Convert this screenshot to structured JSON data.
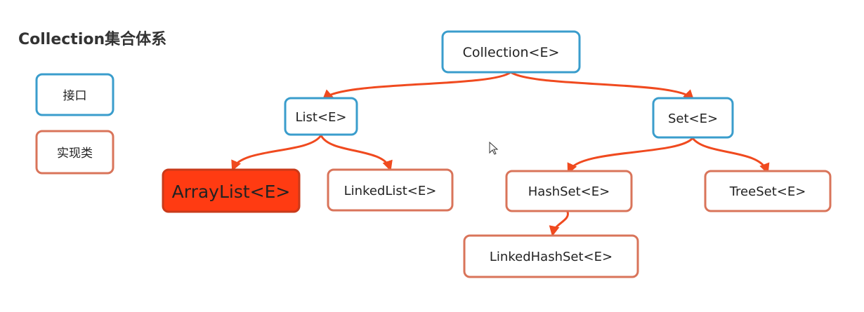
{
  "title": "Collection集合体系",
  "legend": {
    "interface_label": "接口",
    "impl_label": "实现类"
  },
  "colors": {
    "interface_border": "#3a9dcc",
    "impl_border": "#d9745a",
    "highlight_fill": "#ff3b12",
    "highlight_border": "#c93a1a",
    "arrow": "#f04a1f"
  },
  "nodes": {
    "collection": {
      "label": "Collection<E>",
      "kind": "interface"
    },
    "list": {
      "label": "List<E>",
      "kind": "interface"
    },
    "set": {
      "label": "Set<E>",
      "kind": "interface"
    },
    "arraylist": {
      "label": "ArrayList<E>",
      "kind": "implementation",
      "highlighted": true
    },
    "linkedlist": {
      "label": "LinkedList<E>",
      "kind": "implementation"
    },
    "hashset": {
      "label": "HashSet<E>",
      "kind": "implementation"
    },
    "treeset": {
      "label": "TreeSet<E>",
      "kind": "implementation"
    },
    "linkedhashset": {
      "label": "LinkedHashSet<E>",
      "kind": "implementation"
    }
  },
  "edges": [
    {
      "from": "collection",
      "to": "list"
    },
    {
      "from": "collection",
      "to": "set"
    },
    {
      "from": "list",
      "to": "arraylist"
    },
    {
      "from": "list",
      "to": "linkedlist"
    },
    {
      "from": "set",
      "to": "hashset"
    },
    {
      "from": "set",
      "to": "treeset"
    },
    {
      "from": "hashset",
      "to": "linkedhashset"
    }
  ]
}
